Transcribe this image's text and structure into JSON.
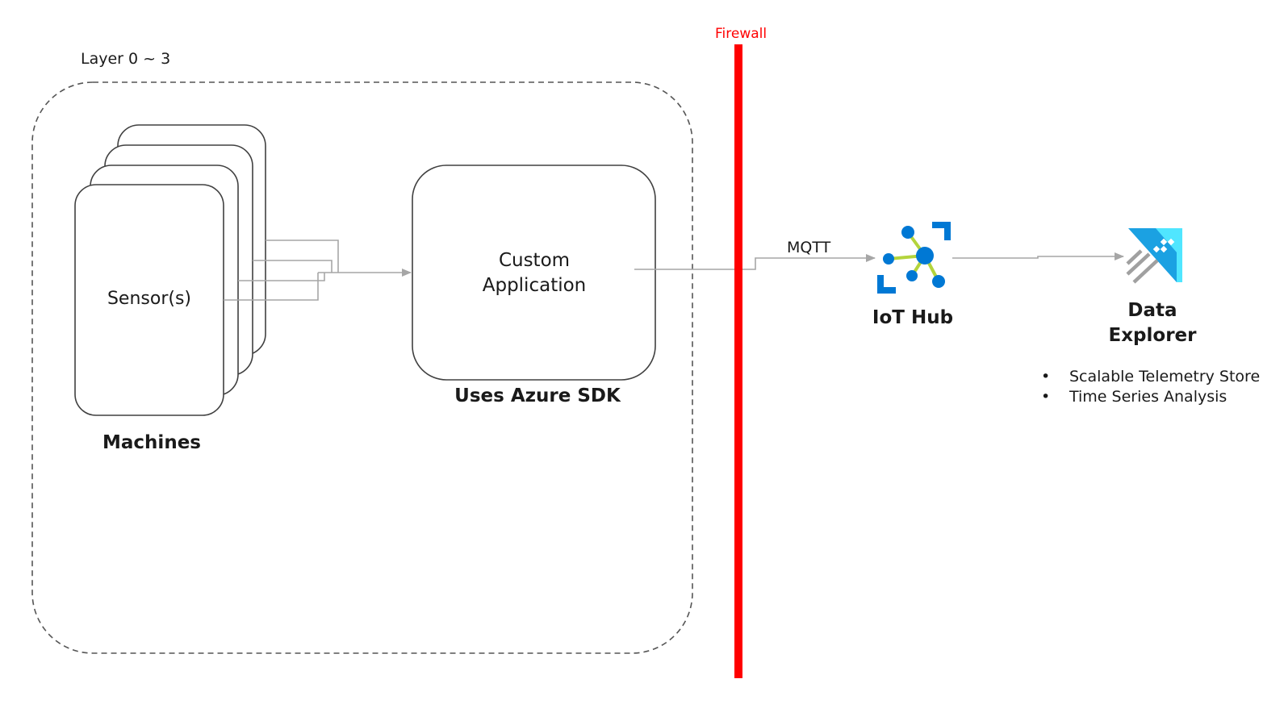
{
  "layer_label": "Layer 0 ~ 3",
  "firewall_label": "Firewall",
  "machines": {
    "sensor_label": "Sensor(s)",
    "caption": "Machines"
  },
  "custom_app": {
    "line1": "Custom",
    "line2": "Application",
    "caption": "Uses Azure SDK"
  },
  "connection": {
    "protocol_label": "MQTT"
  },
  "iot_hub": {
    "label": "IoT Hub",
    "icon": "iot-hub-icon"
  },
  "data_explorer": {
    "line1": "Data",
    "line2": "Explorer",
    "icon": "data-explorer-icon",
    "features": [
      {
        "bullet": "•",
        "text": "Scalable Telemetry Store"
      },
      {
        "bullet": "•",
        "text": "Time Series Analysis"
      }
    ]
  },
  "colors": {
    "firewall": "#ff0000",
    "connector": "#a6a6a6",
    "azure_blue": "#0078d4",
    "azure_cyan": "#50e6ff",
    "azure_lime": "#b4d43c",
    "box_border": "#404040"
  }
}
